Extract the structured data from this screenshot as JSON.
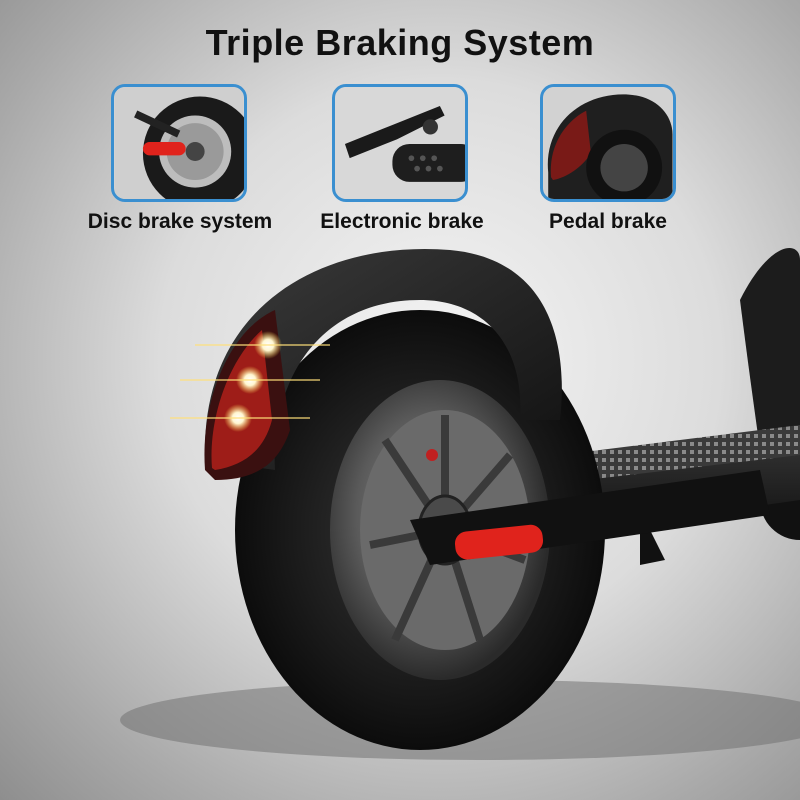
{
  "title": "Triple Braking System",
  "features": [
    {
      "label": "Disc brake system",
      "icon": "disc-brake-thumbnail"
    },
    {
      "label": "Electronic brake",
      "icon": "brake-lever-thumbnail"
    },
    {
      "label": "Pedal brake",
      "icon": "rear-fender-thumbnail"
    }
  ],
  "colors": {
    "thumbnail_border": "#3a8fd0",
    "reflector_red": "#e0231c",
    "tire_black": "#151515"
  }
}
